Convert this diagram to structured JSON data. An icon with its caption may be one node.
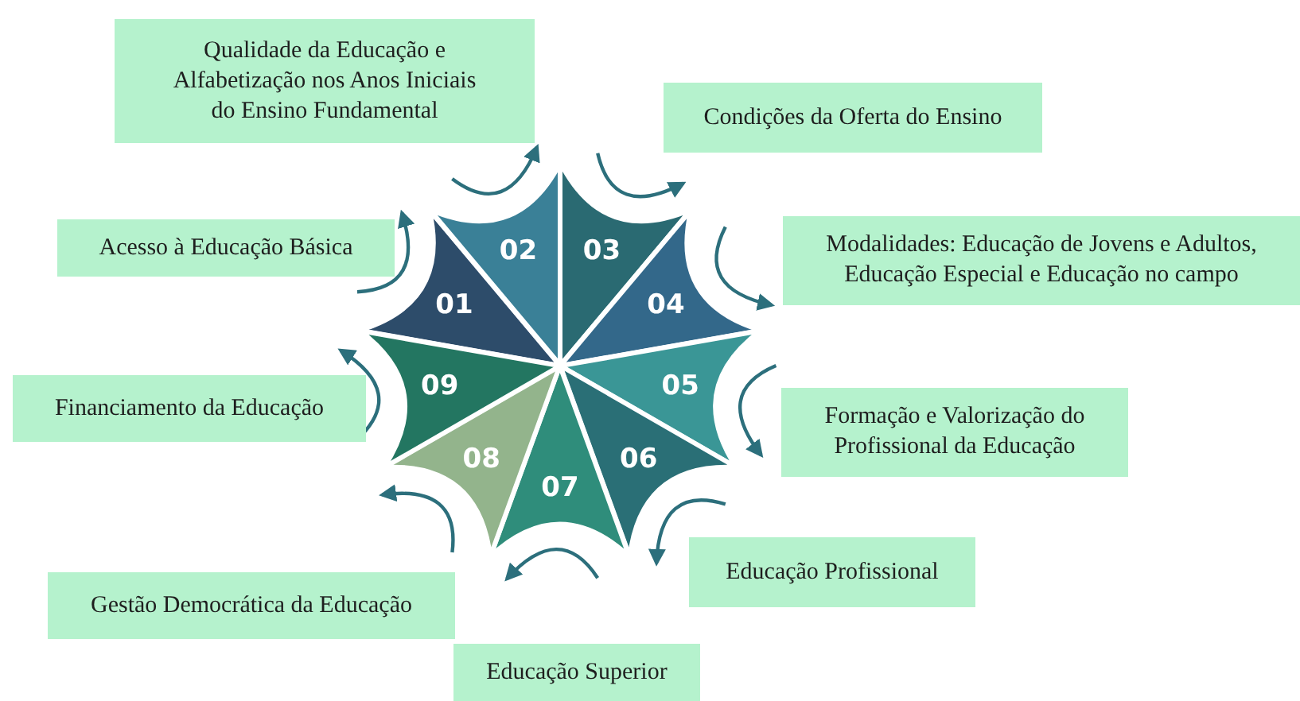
{
  "diagram": {
    "nodes": [
      {
        "text": [
          "01"
        ]
      },
      {
        "text": [
          "02"
        ]
      },
      {
        "text": [
          "03"
        ]
      },
      {
        "text": [
          "04"
        ]
      },
      {
        "text": [
          "05"
        ]
      },
      {
        "text": [
          "06"
        ]
      },
      {
        "text": [
          "07"
        ]
      },
      {
        "text": [
          "08"
        ]
      },
      {
        "text": [
          "09"
        ]
      },
      {
        "text": [
          "Acesso à Educação Básica"
        ]
      },
      {
        "text": [
          "Qualidade da Educação e Alfabetização nos Anos Iniciais do Ensino Fundamental"
        ]
      },
      {
        "text": [
          "Condições da Oferta do Ensino"
        ]
      },
      {
        "text": [
          "Modalidades: Educação de Jovens e Adultos, Educação Especial e Educação no campo"
        ]
      },
      {
        "text": [
          "Formação e Valorização do Profissional da Educação"
        ]
      },
      {
        "text": [
          "Educação Profissional"
        ]
      },
      {
        "text": [
          "Educação Superior"
        ]
      },
      {
        "text": [
          "Gestão Democrática da Educação"
        ]
      },
      {
        "text": [
          "Financiamento da Educação"
        ]
      }
    ]
  }
}
